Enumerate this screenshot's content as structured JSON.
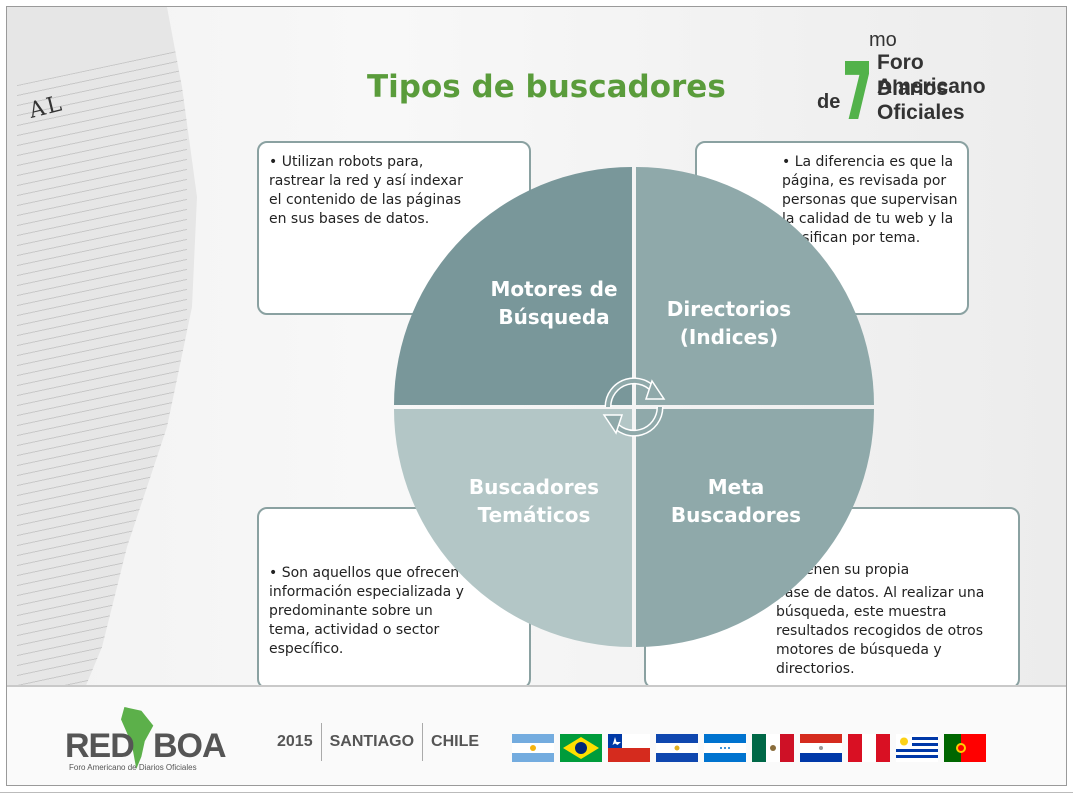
{
  "slide": {
    "title": "Tipos de buscadores",
    "background_paper_heading": "AL"
  },
  "logo_foro": {
    "de": "de",
    "mo": "mo",
    "line1": "Foro Americano",
    "line2": "Diarios Oficiales",
    "accent_color": "#52b24a"
  },
  "quadrants": {
    "top_left": {
      "label": "Motores de Búsqueda",
      "color": "#79979a"
    },
    "top_right": {
      "label": "Directorios (Indices)",
      "color": "#8fa9aa"
    },
    "bottom_left": {
      "label": "Buscadores Temáticos",
      "color": "#b3c6c6"
    },
    "bottom_right": {
      "label": "Meta Buscadores",
      "color": "#8fa9aa"
    }
  },
  "boxes": {
    "top_left": "• Utilizan robots para, rastrear la red y así indexar el contenido de las páginas en sus bases de datos.",
    "top_right": "• La diferencia es que la página, es revisada por personas que supervisan la calidad de tu web y la clasifican por tema.",
    "bottom_left": "• Son aquellos que ofrecen información especializada y predominante sobre un tema, actividad o sector específico.",
    "bottom_right_a": "No tienen su propia",
    "bottom_right_b": "base de datos. Al realizar una búsqueda, este muestra resultados recogidos de otros motores de búsqueda y directorios."
  },
  "footer": {
    "logo_left": "RED",
    "logo_right": "BOA",
    "logo_sub": "Foro Americano  de Diarios Oficiales",
    "year": "2015",
    "city": "SANTIAGO",
    "country": "CHILE",
    "flags": [
      "argentina-flag",
      "brazil-flag",
      "chile-flag",
      "el-salvador-flag",
      "honduras-flag",
      "mexico-flag",
      "paraguay-flag",
      "peru-flag",
      "uruguay-flag",
      "portugal-flag"
    ]
  }
}
